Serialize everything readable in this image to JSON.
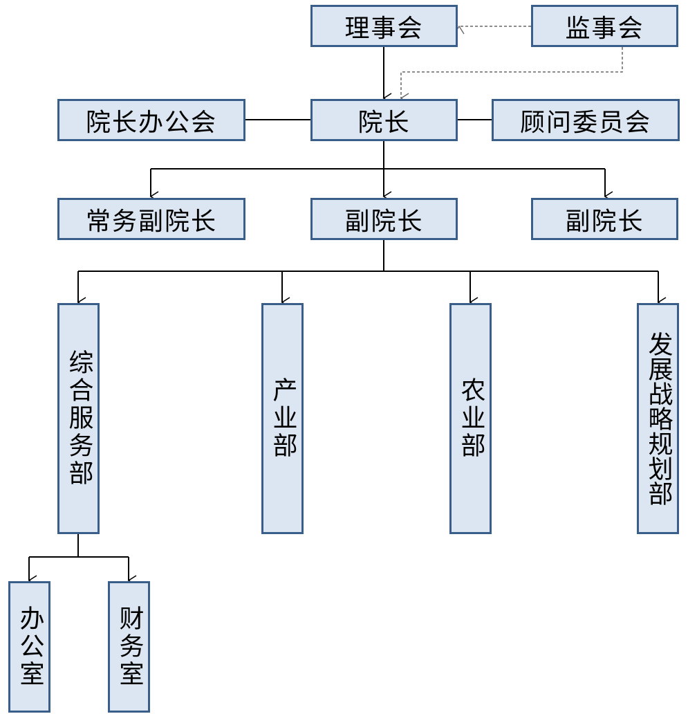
{
  "org_chart": {
    "board": "理事会",
    "supervisors": "监事会",
    "president": "院长",
    "president_office_meeting": "院长办公会",
    "advisory_committee": "顾问委员会",
    "executive_vp": "常务副院长",
    "vp_center": "副院长",
    "vp_right": "副院长",
    "dept_general_services": "综合服务部",
    "dept_industry": "产业部",
    "dept_agriculture": "农业部",
    "dept_strategy": "发展战略规划部",
    "office": "办公室",
    "finance": "财务室"
  },
  "colors": {
    "box_fill": "#dce6f2",
    "box_border": "#3a5e8a",
    "line": "#000000",
    "dashed": "#666666"
  }
}
